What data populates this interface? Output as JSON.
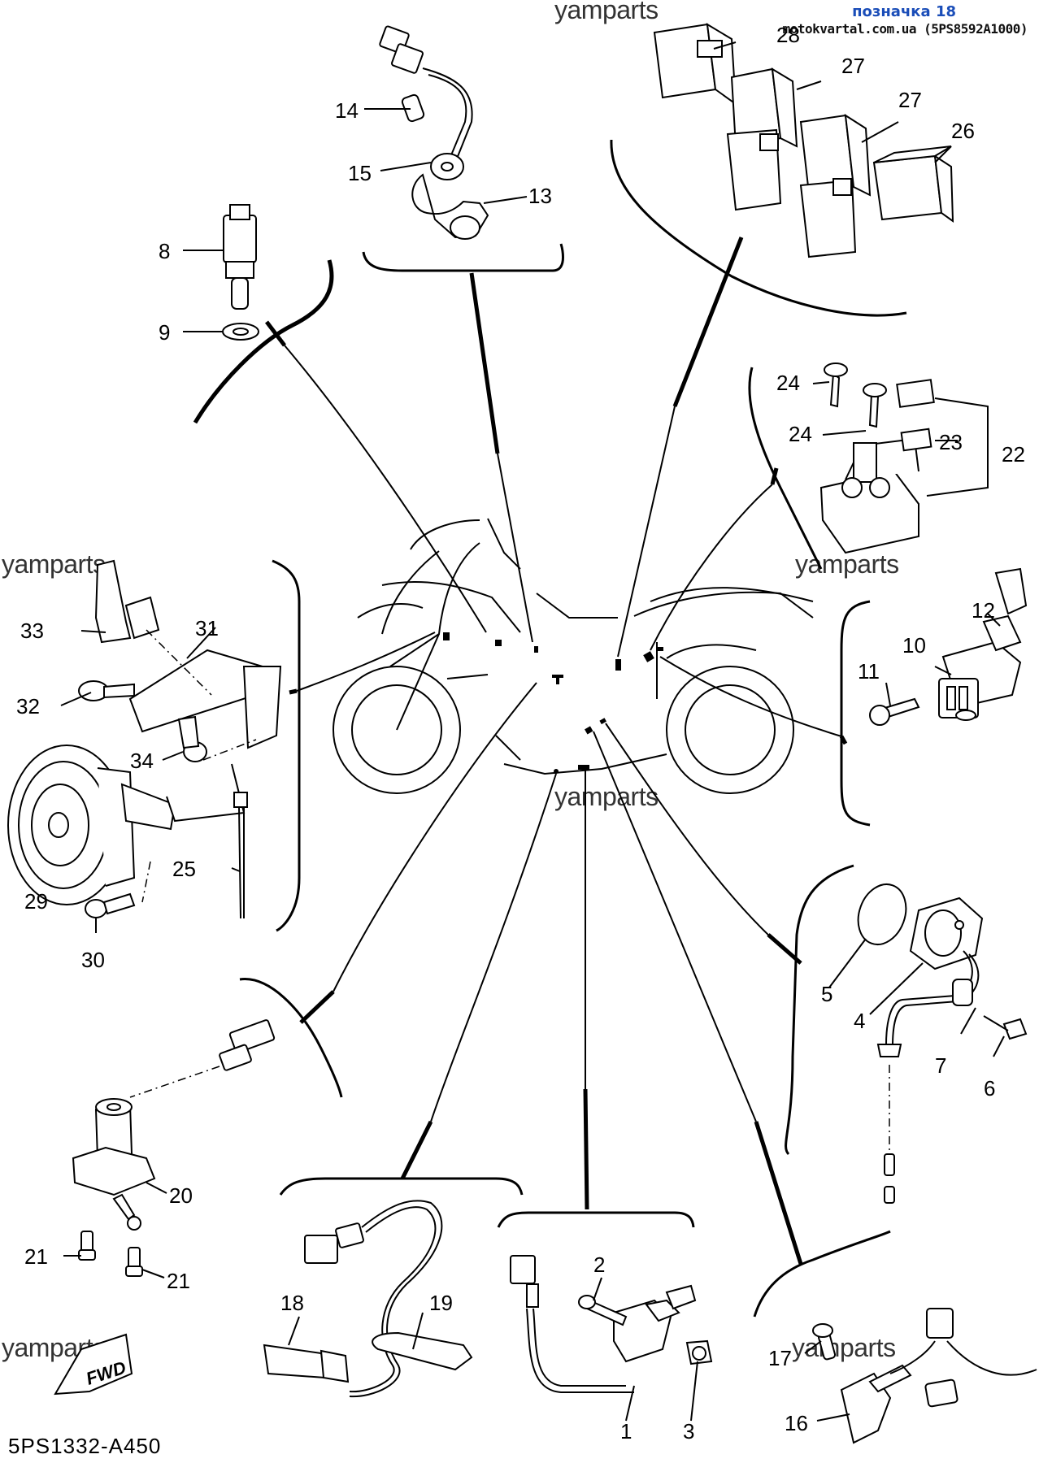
{
  "header": {
    "title": "позначка 18",
    "subtitle": "motokvartal.com.ua (5PS8592A1000)"
  },
  "watermarks": [
    "yamparts",
    "yamparts",
    "yamparts",
    "yamparts",
    "yamparts",
    "yamparts"
  ],
  "diagram_code": "5PS1332-A450",
  "fwd_arrow": "FWD",
  "callouts": {
    "c1": "1",
    "c2": "2",
    "c3": "3",
    "c4": "4",
    "c5": "5",
    "c6": "6",
    "c7": "7",
    "c8": "8",
    "c9": "9",
    "c10": "10",
    "c11": "11",
    "c12": "12",
    "c13": "13",
    "c14": "14",
    "c15": "15",
    "c16": "16",
    "c17": "17",
    "c18": "18",
    "c19": "19",
    "c20": "20",
    "c21a": "21",
    "c21b": "21",
    "c22": "22",
    "c23": "23",
    "c24a": "24",
    "c24b": "24",
    "c25": "25",
    "c26": "26",
    "c27a": "27",
    "c27b": "27",
    "c28": "28",
    "c29": "29",
    "c30": "30",
    "c31": "31",
    "c32": "32",
    "c33": "33",
    "c34": "34"
  }
}
